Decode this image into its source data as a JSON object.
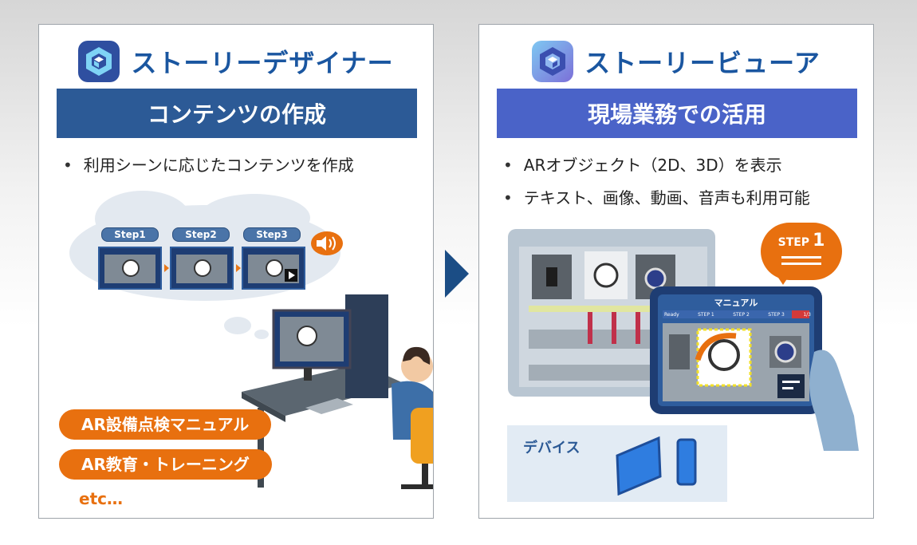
{
  "left": {
    "app_name": "ストーリーデザイナー",
    "band": "コンテンツの作成",
    "bullets": [
      "利用シーンに応じたコンテンツを作成"
    ],
    "steps": [
      "Step1",
      "Step2",
      "Step3"
    ],
    "use_cases": [
      "AR設備点検マニュアル",
      "AR教育・トレーニング"
    ],
    "etc": "etc…"
  },
  "right": {
    "app_name": "ストーリービューア",
    "band": "現場業務での活用",
    "bullets": [
      "ARオブジェクト（2D、3D）を表示",
      "テキスト、画像、動画、音声も利用可能"
    ],
    "step_label": "STEP",
    "step_number": "1",
    "tablet_title": "マニュアル",
    "tablet_steps": [
      "Ready",
      "STEP 1",
      "STEP 2",
      "STEP 3",
      "1/3"
    ],
    "device_label": "デバイス"
  },
  "colors": {
    "brand_blue": "#1a56a0",
    "left_band": "#2c5a96",
    "right_band": "#4a63c8",
    "accent_orange": "#e8700f",
    "arrow": "#1b4d85"
  },
  "icons": [
    "designer-logo-icon",
    "viewer-logo-icon",
    "speaker-icon",
    "play-icon"
  ]
}
